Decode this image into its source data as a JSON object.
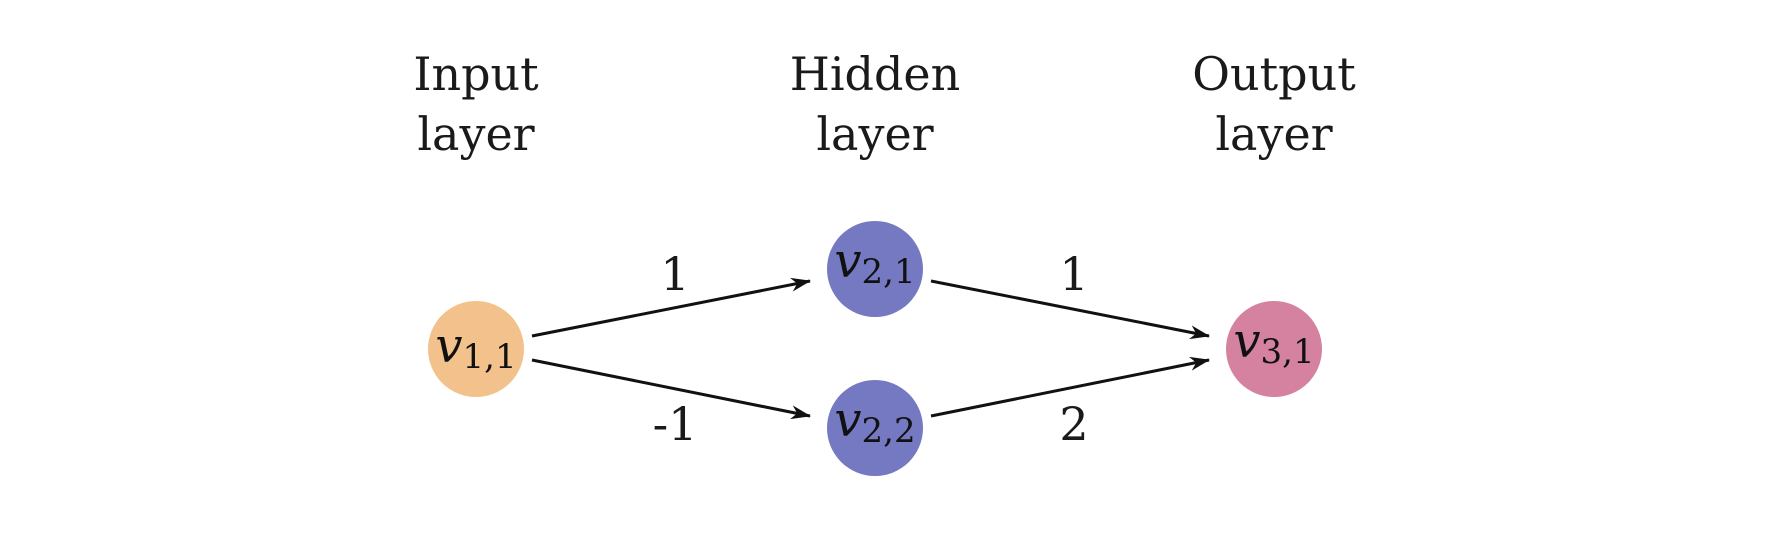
{
  "layers": [
    {
      "title_line1": "Input",
      "title_line2": "layer"
    },
    {
      "title_line1": "Hidden",
      "title_line2": "layer"
    },
    {
      "title_line1": "Output",
      "title_line2": "layer"
    }
  ],
  "nodes": [
    {
      "id": "v11",
      "symbol": "v",
      "subscript": "1,1",
      "layer": 0,
      "color": "#f3c18b"
    },
    {
      "id": "v21",
      "symbol": "v",
      "subscript": "2,1",
      "layer": 1,
      "color": "#7479c1"
    },
    {
      "id": "v22",
      "symbol": "v",
      "subscript": "2,2",
      "layer": 1,
      "color": "#7479c1"
    },
    {
      "id": "v31",
      "symbol": "v",
      "subscript": "3,1",
      "layer": 2,
      "color": "#d4829f"
    }
  ],
  "edges": [
    {
      "from": "v11",
      "to": "v21",
      "weight": "1"
    },
    {
      "from": "v11",
      "to": "v22",
      "weight": "-1"
    },
    {
      "from": "v21",
      "to": "v31",
      "weight": "1"
    },
    {
      "from": "v22",
      "to": "v31",
      "weight": "2"
    }
  ]
}
